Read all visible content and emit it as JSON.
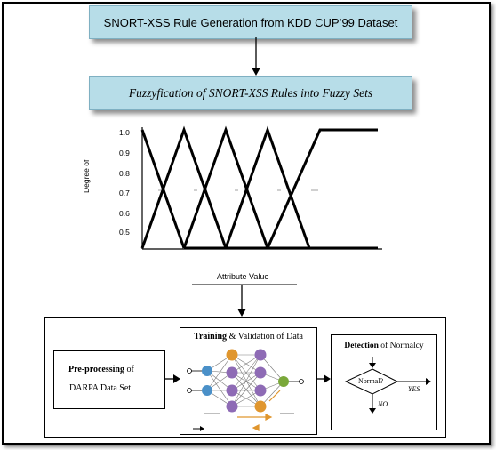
{
  "box_top": "SNORT-XSS Rule Generation from KDD CUP’99 Dataset",
  "box_fuzzy": "Fuzzyfication of SNORT-XSS Rules into Fuzzy Sets",
  "membership_chart": {
    "y_axis_label": "Degree of",
    "x_axis_label": "Attribute Value",
    "y_ticks": [
      "1.0",
      "0.9",
      "0.8",
      "0.7",
      "0.6",
      "0.5"
    ]
  },
  "preprocessing": {
    "bold": "Pre-processing",
    "rest": " of",
    "line2": "DARPA Data Set"
  },
  "training": {
    "bold": "Training",
    "rest": " & Validation of Data"
  },
  "detection": {
    "bold": "Detection",
    "rest": " of Normalcy",
    "decision_label": "Normal?",
    "yes_label": "YES",
    "no_label": "NO"
  },
  "colors": {
    "box_fill": "#b7dde8",
    "node_blue": "#4a90c8",
    "node_purple": "#8e6bb5",
    "node_orange": "#e0962e",
    "node_green": "#7aa83a"
  }
}
